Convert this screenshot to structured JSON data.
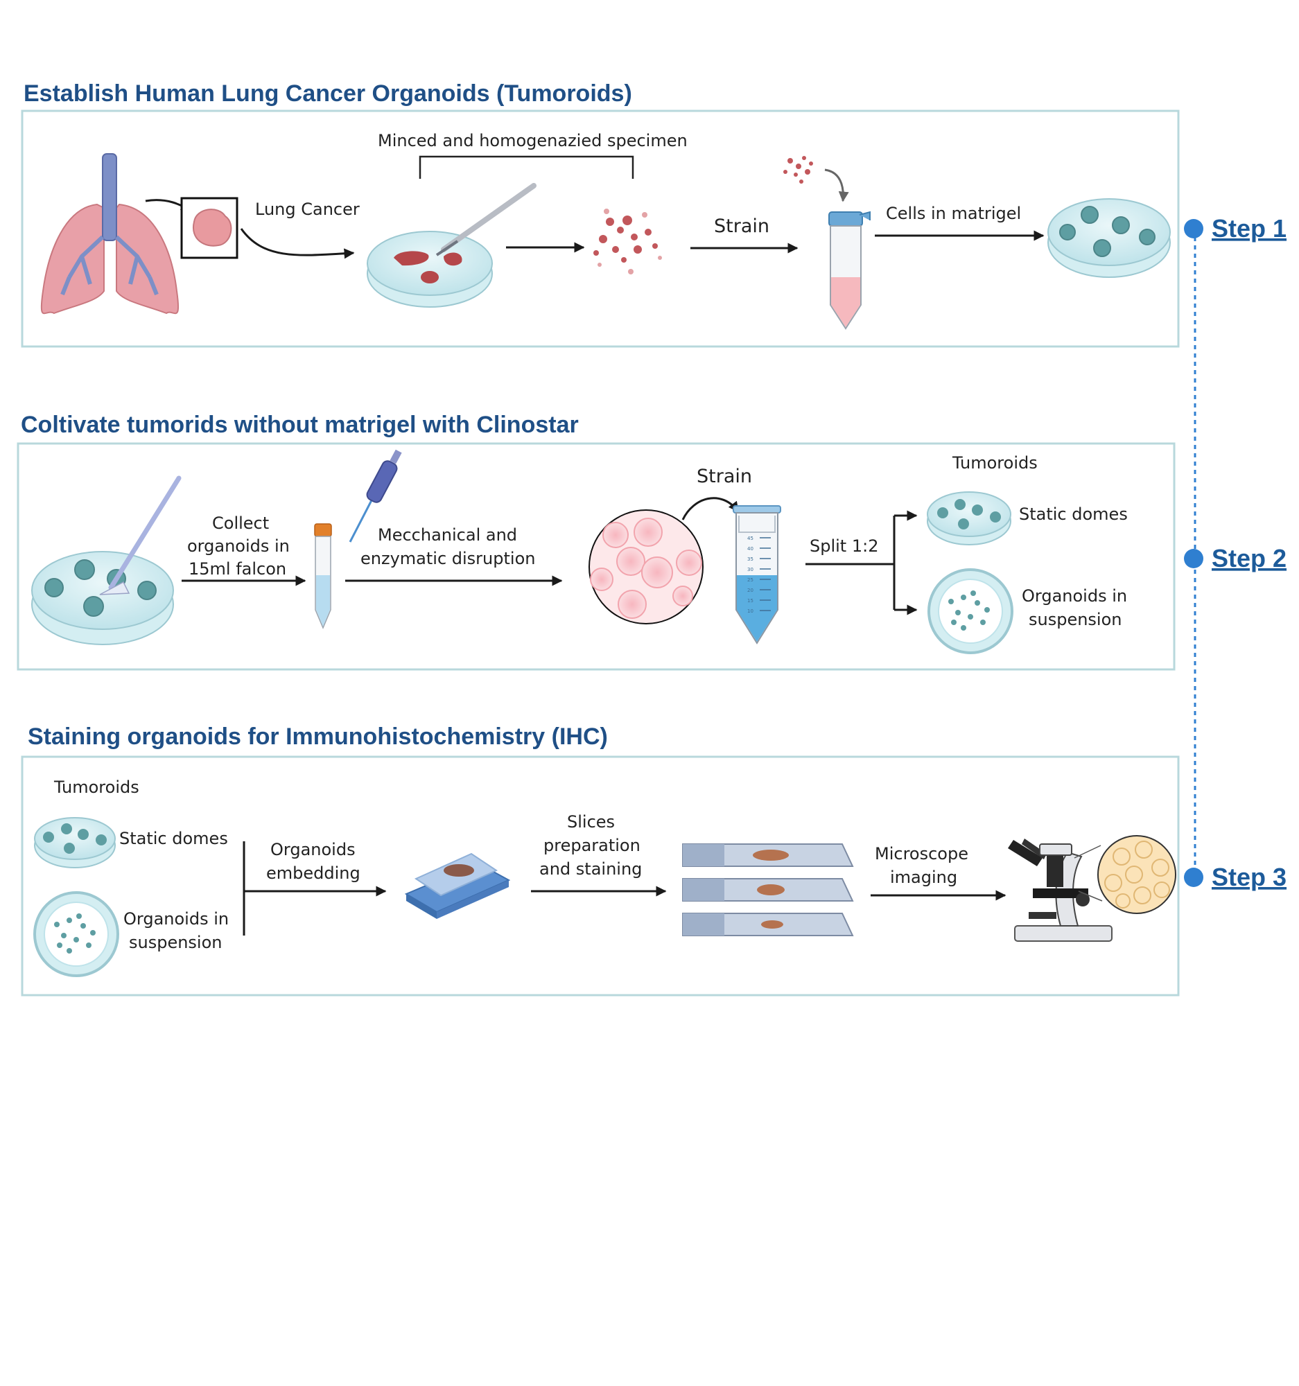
{
  "sections": [
    {
      "title": "Establish Human Lung Cancer Organoids (Tumoroids)"
    },
    {
      "title": "Coltivate tumorids without matrigel with Clinostar"
    },
    {
      "title": "Staining organoids for Immunohistochemistry (IHC)"
    }
  ],
  "step1": {
    "minced": "Minced and homogenazied specimen",
    "lung_cancer": "Lung Cancer",
    "strain": "Strain",
    "cells_in_matrigel": "Cells in matrigel"
  },
  "step2": {
    "collect_l1": "Collect",
    "collect_l2": "organoids in",
    "collect_l3": "15ml falcon",
    "disrupt_l1": "Mecchanical and",
    "disrupt_l2": "enzymatic disruption",
    "strain": "Strain",
    "split": "Split 1:2",
    "tumoroids": "Tumoroids",
    "static_domes": "Static domes",
    "susp_l1": "Organoids in",
    "susp_l2": "suspension",
    "tube_ticks": [
      "45",
      "40",
      "35",
      "30",
      "25",
      "20",
      "15",
      "10"
    ]
  },
  "step3": {
    "tumoroids": "Tumoroids",
    "static_domes": "Static domes",
    "susp_l1": "Organoids in",
    "susp_l2": "suspension",
    "embed_l1": "Organoids",
    "embed_l2": "embedding",
    "slices_l1": "Slices",
    "slices_l2": "preparation",
    "slices_l3": "and staining",
    "micro_l1": "Microscope",
    "micro_l2": "imaging"
  },
  "timeline": {
    "steps": [
      "Step 1",
      "Step 2",
      "Step 3"
    ],
    "color": "#2f7fd0"
  }
}
